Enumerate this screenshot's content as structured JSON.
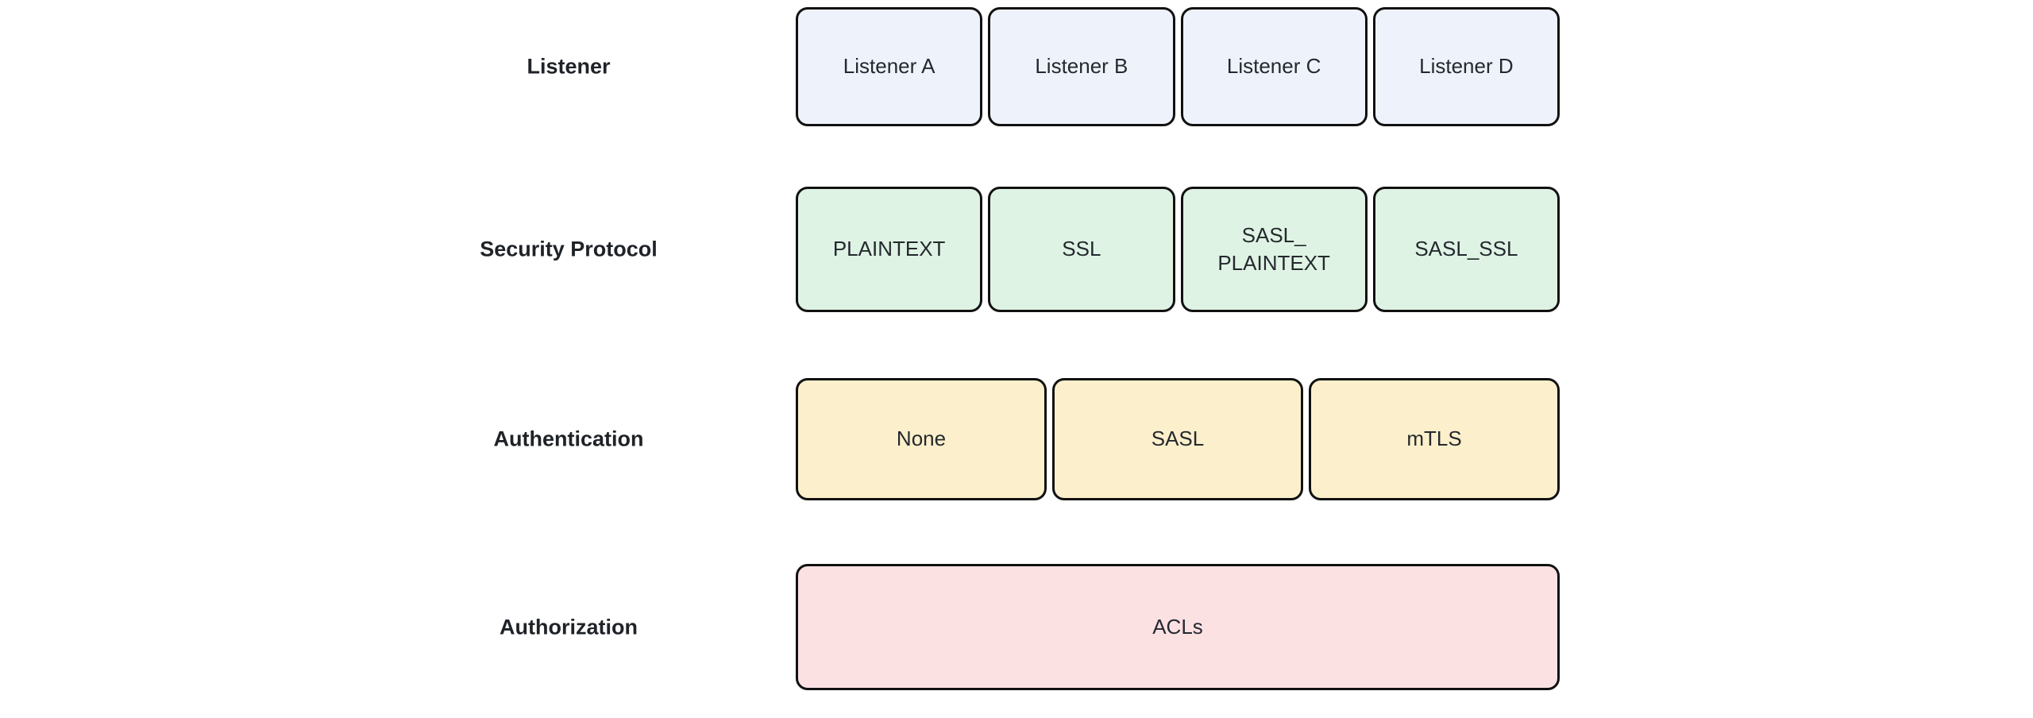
{
  "diagram": {
    "rows": [
      {
        "label": "Listener",
        "box_fill": "#EEF3FB",
        "boxes": [
          "Listener A",
          "Listener B",
          "Listener C",
          "Listener D"
        ]
      },
      {
        "label": "Security Protocol",
        "box_fill": "#DFF3E4",
        "boxes": [
          "PLAINTEXT",
          "SSL",
          "SASL_\nPLAINTEXT",
          "SASL_SSL"
        ]
      },
      {
        "label": "Authentication",
        "box_fill": "#FCF0CC",
        "boxes": [
          "None",
          "SASL",
          "mTLS"
        ]
      },
      {
        "label": "Authorization",
        "box_fill": "#FCE1E3",
        "boxes": [
          "ACLs"
        ]
      }
    ],
    "colors": {
      "background": "#FFFFFF",
      "node_border": "#111111",
      "label_text": "#1F2328",
      "node_text": "#24292E"
    }
  }
}
